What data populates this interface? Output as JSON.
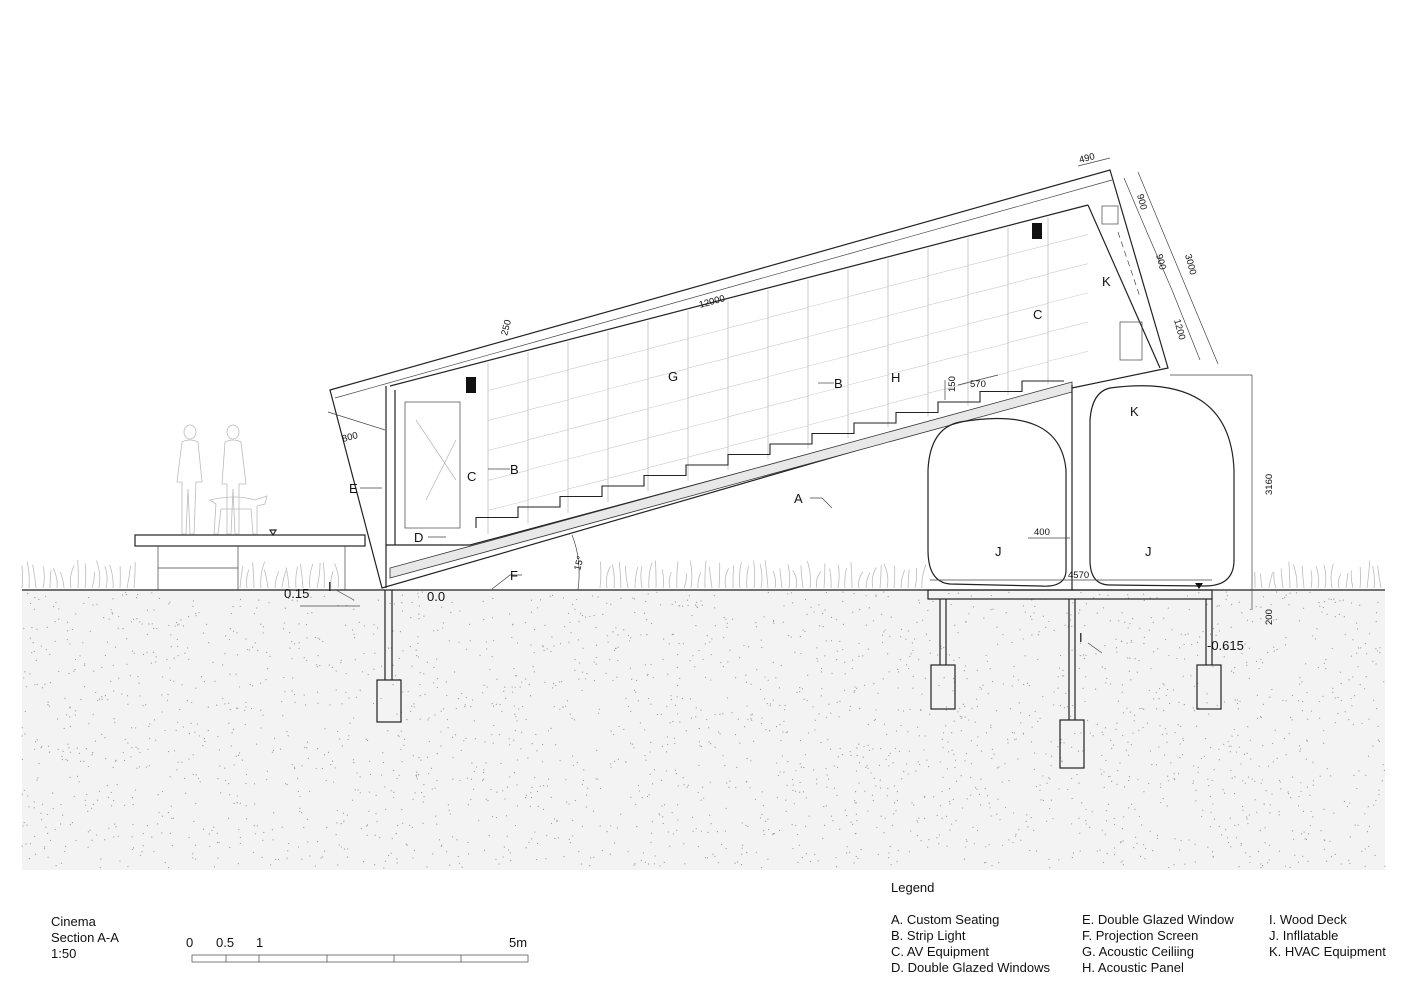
{
  "title_block": {
    "name": "Cinema",
    "section": "Section A-A",
    "scale": "1:50"
  },
  "scale_bar": {
    "ticks": [
      "0",
      "0.5",
      "1",
      "5m"
    ]
  },
  "legend": {
    "title": "Legend",
    "columns": [
      [
        "A. Custom Seating",
        "B. Strip Light",
        "C. AV Equipment",
        "D. Double Glazed Windows"
      ],
      [
        "E. Double Glazed Window",
        "F. Projection Screen",
        "G. Acoustic Ceiliing",
        "H. Acoustic Panel"
      ],
      [
        "I. Wood Deck",
        "J. Infllatable",
        "K. HVAC Equipment"
      ]
    ]
  },
  "labels": {
    "A": "A",
    "B1": "B",
    "B2": "B",
    "C1": "C",
    "C2": "C",
    "D": "D",
    "E": "E",
    "F": "F",
    "G": "G",
    "H": "H",
    "I1": "I",
    "I2": "I",
    "J1": "J",
    "J2": "J",
    "K1": "K",
    "K2": "K"
  },
  "dimensions": {
    "length": "12000",
    "roof": "250",
    "window": "800",
    "top": "490",
    "r1": "900",
    "r2": "900",
    "r3": "1200",
    "total": "3000",
    "step_h": "150",
    "step_w": "570",
    "angle": "15°",
    "height": "3160",
    "gap": "400",
    "width": "4570",
    "deck": "200"
  },
  "elevations": {
    "deck": "0.15",
    "ground": "0.0",
    "low": "-0.615"
  },
  "colors": {
    "line": "#222222",
    "ground": "#f3f3f3",
    "stipple": "#9a9a9a"
  }
}
